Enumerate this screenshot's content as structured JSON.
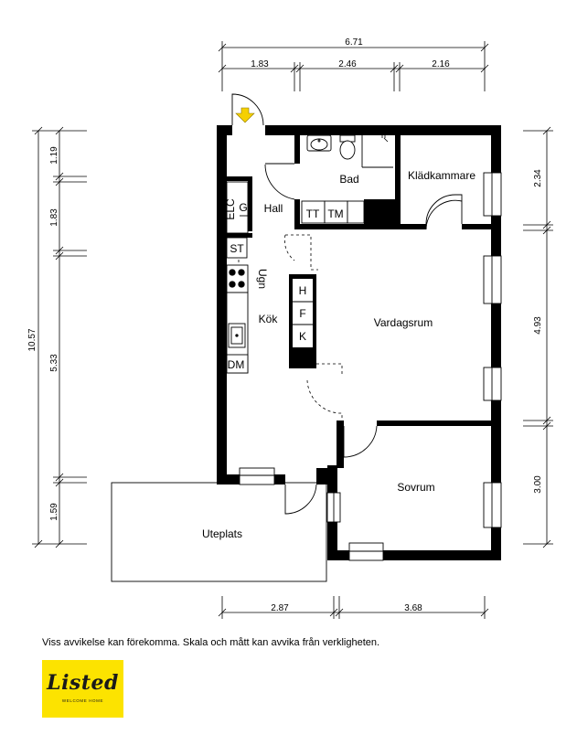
{
  "rooms": {
    "bad": "Bad",
    "kladkammare": "Klädkammare",
    "hall": "Hall",
    "kok": "Kök",
    "vardagsrum": "Vardagsrum",
    "sovrum": "Sovrum",
    "uteplats": "Uteplats"
  },
  "fixtures": {
    "elc": "ELC",
    "g": "G",
    "st": "ST",
    "ugn": "Ugn",
    "tt": "TT",
    "tm": "TM",
    "h": "H",
    "f": "F",
    "k": "K",
    "dm": "DM"
  },
  "dimensions": {
    "top_total": "6.71",
    "top_1": "1.83",
    "top_2": "2.46",
    "top_3": "2.16",
    "left_total": "10.57",
    "left_1": "1.19",
    "left_2": "1.83",
    "left_3": "5.33",
    "left_4": "1.59",
    "right_1": "2.34",
    "right_2": "4.93",
    "right_3": "3.00",
    "bottom_1": "2.87",
    "bottom_2": "3.68"
  },
  "disclaimer": "Viss avvikelse kan förekomma. Skala och mått kan avvika från verkligheten.",
  "logo": {
    "brand": "Listed",
    "tagline": "WELCOME HOME"
  },
  "colors": {
    "wall": "#000000",
    "entrance_arrow": "#f5d000",
    "logo_bg": "#fce300"
  }
}
